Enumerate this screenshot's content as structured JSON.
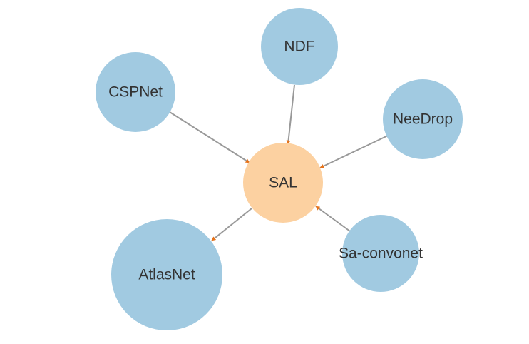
{
  "colors": {
    "central_node": "#fcd1a1",
    "peripheral_node": "#a1cae1",
    "edge": "#999999",
    "arrowhead": "#e6731b",
    "label": "#333333"
  },
  "nodes": [
    {
      "id": "sal",
      "label": "SAL",
      "role": "central"
    },
    {
      "id": "ndf",
      "label": "NDF",
      "role": "peripheral"
    },
    {
      "id": "cspnet",
      "label": "CSPNet",
      "role": "peripheral"
    },
    {
      "id": "needrop",
      "label": "NeeDrop",
      "role": "peripheral"
    },
    {
      "id": "atlasnet",
      "label": "AtlasNet",
      "role": "peripheral"
    },
    {
      "id": "sa-convonet",
      "label": "Sa-convonet",
      "role": "peripheral"
    }
  ],
  "edges": [
    {
      "from": "ndf",
      "to": "sal"
    },
    {
      "from": "cspnet",
      "to": "sal"
    },
    {
      "from": "needrop",
      "to": "sal"
    },
    {
      "from": "sa-convonet",
      "to": "sal"
    },
    {
      "from": "sal",
      "to": "atlasnet"
    }
  ]
}
